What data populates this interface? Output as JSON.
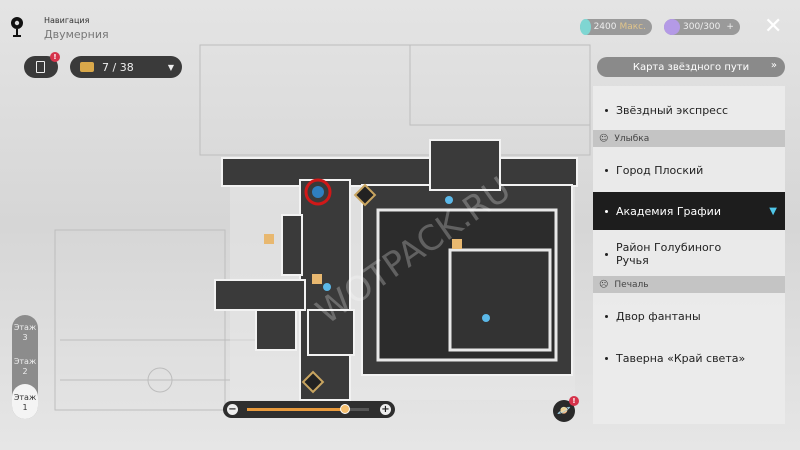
{
  "header": {
    "label": "Навигация",
    "location": "Двумерния"
  },
  "quest_badge": "!",
  "chest_counter": "7 / 38",
  "resources": [
    {
      "value": "2400",
      "suffix": "Макс.",
      "color": "#7fd6d2"
    },
    {
      "value": "300/300",
      "suffix": "+",
      "color": "#b49ae6"
    }
  ],
  "star_map_button": "Карта звёздного пути",
  "star_map_chevron": "»",
  "close": "✕",
  "panel": {
    "items": [
      {
        "label": "Звёздный экспресс"
      },
      {
        "group": "Улыбка"
      },
      {
        "label": "Город Плоский"
      },
      {
        "label": "Академия Графии",
        "selected": true
      },
      {
        "label": "Район Голубиного Ручья"
      },
      {
        "group": "Печаль"
      },
      {
        "label": "Двор фантаны"
      },
      {
        "label": "Таверна «Край света»"
      }
    ]
  },
  "floors": [
    {
      "label": "Этаж",
      "num": "3"
    },
    {
      "label": "Этаж",
      "num": "2"
    },
    {
      "label": "Этаж",
      "num": "1",
      "active": true
    }
  ],
  "zoom": {
    "minus": "−",
    "plus": "+",
    "level": 0.8,
    "accent": "#e89a3c"
  },
  "watermark": "WOTPACK.RU",
  "satellite_badge": "!"
}
